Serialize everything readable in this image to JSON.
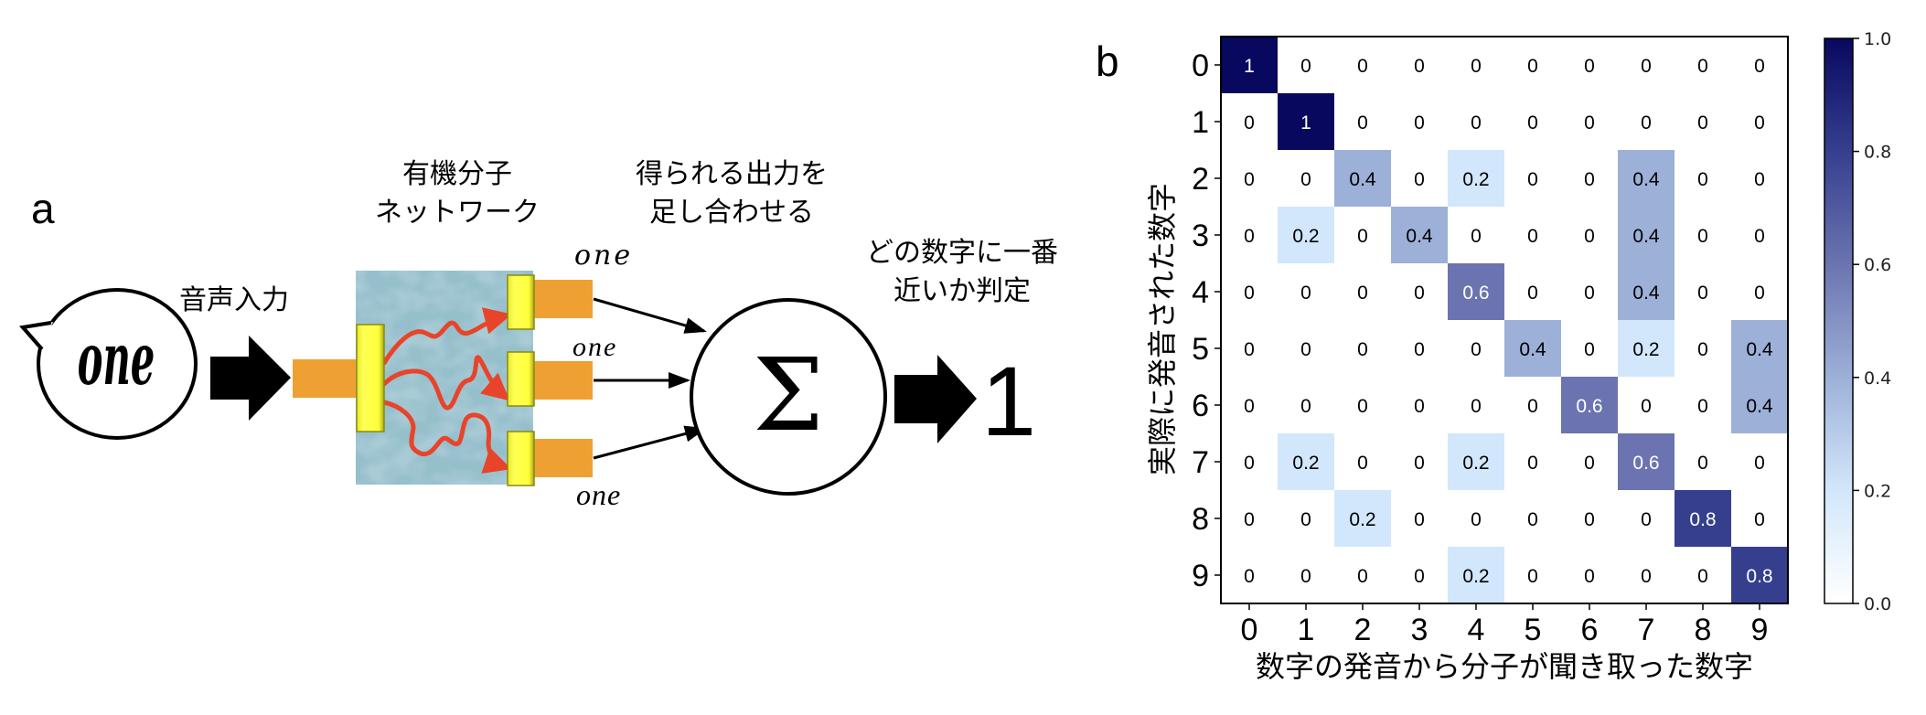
{
  "panel_a": {
    "label": "a",
    "speech_bubble_word": "one",
    "input_label": "音声入力",
    "network_title_line1": "有機分子",
    "network_title_line2": "ネットワーク",
    "sum_title_line1": "得られる出力を",
    "sum_title_line2": "足し合わせる",
    "outputs": [
      "one",
      "one",
      "one"
    ],
    "sum_symbol": "Σ",
    "judge_title_line1": "どの数字に一番",
    "judge_title_line2": "近いか判定",
    "result": "1",
    "colors": {
      "orange": "#eea132",
      "yellow": "#ffff44",
      "network_bg": "#7aa6b6",
      "arrow_red": "#e8442a"
    }
  },
  "panel_b": {
    "label": "b"
  },
  "chart_data": {
    "type": "heatmap",
    "title": "",
    "xlabel": "数字の発音から分子が聞き取った数字",
    "ylabel": "実際に発音された数字",
    "x_categories": [
      "0",
      "1",
      "2",
      "3",
      "4",
      "5",
      "6",
      "7",
      "8",
      "9"
    ],
    "y_categories": [
      "0",
      "1",
      "2",
      "3",
      "4",
      "5",
      "6",
      "7",
      "8",
      "9"
    ],
    "values": [
      [
        1,
        0,
        0,
        0,
        0,
        0,
        0,
        0,
        0,
        0
      ],
      [
        0,
        1,
        0,
        0,
        0,
        0,
        0,
        0,
        0,
        0
      ],
      [
        0,
        0,
        0.4,
        0,
        0.2,
        0,
        0,
        0.4,
        0,
        0
      ],
      [
        0,
        0.2,
        0,
        0.4,
        0,
        0,
        0,
        0.4,
        0,
        0
      ],
      [
        0,
        0,
        0,
        0,
        0.6,
        0,
        0,
        0.4,
        0,
        0
      ],
      [
        0,
        0,
        0,
        0,
        0,
        0.4,
        0,
        0.2,
        0,
        0.4
      ],
      [
        0,
        0,
        0,
        0,
        0,
        0,
        0.6,
        0,
        0,
        0.4
      ],
      [
        0,
        0.2,
        0,
        0,
        0.2,
        0,
        0,
        0.6,
        0,
        0
      ],
      [
        0,
        0,
        0.2,
        0,
        0,
        0,
        0,
        0,
        0.8,
        0
      ],
      [
        0,
        0,
        0,
        0,
        0.2,
        0,
        0,
        0,
        0,
        0.8
      ]
    ],
    "colorbar": {
      "range": [
        0.0,
        1.0
      ],
      "ticks": [
        "0.0",
        "0.2",
        "0.4",
        "0.6",
        "0.8",
        "1.0"
      ],
      "colormap": "Blues-to-navy",
      "color_stops": {
        "0.0": "#ffffff",
        "0.2": "#d2e7fb",
        "0.4": "#9db0d8",
        "0.6": "#6b74b0",
        "0.8": "#363f8e",
        "1.0": "#08085e"
      }
    },
    "grid": false,
    "legend": "colorbar-right"
  }
}
